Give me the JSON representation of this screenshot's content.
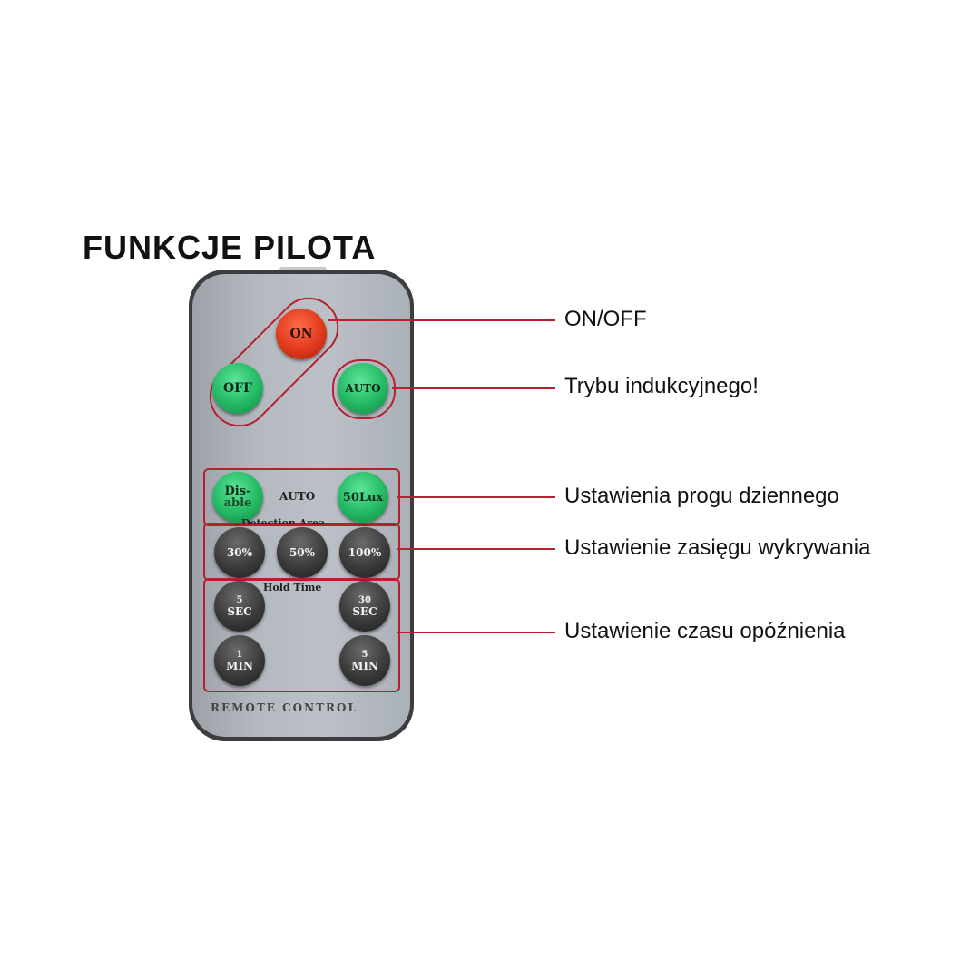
{
  "title": "FUNKCJE PILOTA",
  "remote": {
    "buttons": {
      "on": "ON",
      "off": "OFF",
      "auto": "AUTO",
      "disable_line1": "Dis-",
      "disable_line2": "able",
      "lux": "50Lux",
      "pct30": "30%",
      "pct50": "50%",
      "pct100": "100%",
      "sec5_num": "5",
      "sec5_unit": "SEC",
      "sec30_num": "30",
      "sec30_unit": "SEC",
      "min1_num": "1",
      "min1_unit": "MIN",
      "min5_num": "5",
      "min5_unit": "MIN"
    },
    "labels": {
      "auto_group": "AUTO",
      "detection_area": "Detection Area",
      "hold_time": "Hold Time",
      "footer": "REMOTE CONTROL"
    },
    "colors": {
      "on": "#e03a1c",
      "green": "#23b863",
      "dark": "#3b3b3b",
      "callout_line": "#b6202e"
    }
  },
  "callouts": [
    "ON/OFF",
    "Trybu indukcyjnego!",
    "Ustawienia progu dziennego",
    "Ustawienie zasięgu wykrywania",
    "Ustawienie czasu opóźnienia"
  ]
}
